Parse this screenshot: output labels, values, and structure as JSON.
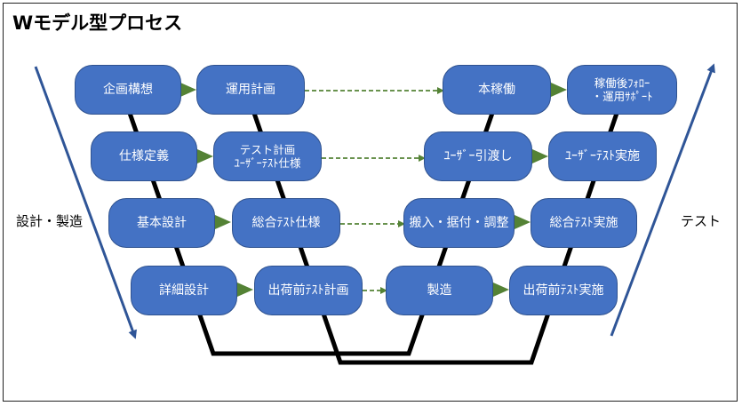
{
  "title": "Wモデル型プロセス",
  "left_label": "設計・製造",
  "right_label": "テスト",
  "boxes": {
    "kikaku": [
      "企画構想"
    ],
    "unyou_keikaku": [
      "運用計画"
    ],
    "honkadou": [
      "本稼働"
    ],
    "follow": [
      "稼働後ﾌｫﾛｰ",
      "・運用ｻﾎﾟｰﾄ"
    ],
    "shiyou": [
      "仕様定義"
    ],
    "test_keikaku": [
      "テスト計画",
      "ﾕｰｻﾞｰﾃｽﾄ仕様"
    ],
    "hikiwatashi": [
      "ﾕｰｻﾞｰ引渡し"
    ],
    "user_test": [
      "ﾕｰｻﾞｰﾃｽﾄ実施"
    ],
    "kihon": [
      "基本設計"
    ],
    "sougou_shiyou": [
      "総合ﾃｽﾄ仕様"
    ],
    "hannyu": [
      "搬入・据付・調整"
    ],
    "sougou_jisshi": [
      "総合ﾃｽﾄ実施"
    ],
    "shousai": [
      "詳細設計"
    ],
    "shukka_keikaku": [
      "出荷前ﾃｽﾄ計画"
    ],
    "seizou": [
      "製造"
    ],
    "shukka_jisshi": [
      "出荷前ﾃｽﾄ実施"
    ]
  },
  "colors": {
    "box_fill": "#4472c4",
    "box_border": "#2f528f",
    "solid_arrow": "#548235",
    "dashed_arrow": "#548235",
    "side_arrow": "#2f5597",
    "v_line": "#000000"
  }
}
